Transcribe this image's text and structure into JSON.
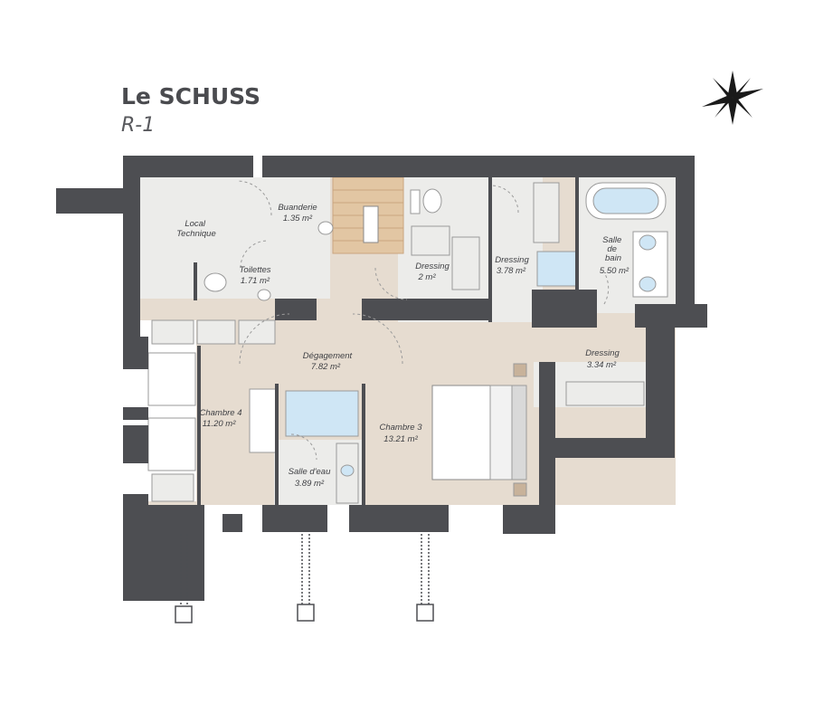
{
  "title": "Le SCHUSS",
  "level": "R-1",
  "rooms": [
    {
      "id": "local",
      "name_lines": [
        "Local",
        "Technique"
      ],
      "area": ""
    },
    {
      "id": "buanderie",
      "name_lines": [
        "Buanderie"
      ],
      "area": "1.35 m²"
    },
    {
      "id": "toilettes",
      "name_lines": [
        "Toilettes"
      ],
      "area": "1.71 m²"
    },
    {
      "id": "dressing1",
      "name_lines": [
        "Dressing"
      ],
      "area": "2 m²"
    },
    {
      "id": "dressing2",
      "name_lines": [
        "Dressing"
      ],
      "area": "3.78 m²"
    },
    {
      "id": "sdb",
      "name_lines": [
        "Salle",
        "de",
        "bain"
      ],
      "area": "5.50 m²"
    },
    {
      "id": "degagement",
      "name_lines": [
        "Dégagement"
      ],
      "area": "7.82 m²"
    },
    {
      "id": "dressing3",
      "name_lines": [
        "Dressing"
      ],
      "area": "3.34 m²"
    },
    {
      "id": "chambre4",
      "name_lines": [
        "Chambre 4"
      ],
      "area": "11.20 m²"
    },
    {
      "id": "chambre3",
      "name_lines": [
        "Chambre 3"
      ],
      "area": "13.21 m²"
    },
    {
      "id": "salledeau",
      "name_lines": [
        "Salle d'eau"
      ],
      "area": "3.89 m²"
    }
  ],
  "colors": {
    "wall": "#4d4e52",
    "floor_beige": "#e6dcd0",
    "floor_grey": "#ececea",
    "fixture": "#ffffff",
    "water": "#cfe6f5",
    "stairs": "#e2c6a3",
    "text": "#3f4044"
  },
  "icons": [
    "compass-rose-icon"
  ]
}
